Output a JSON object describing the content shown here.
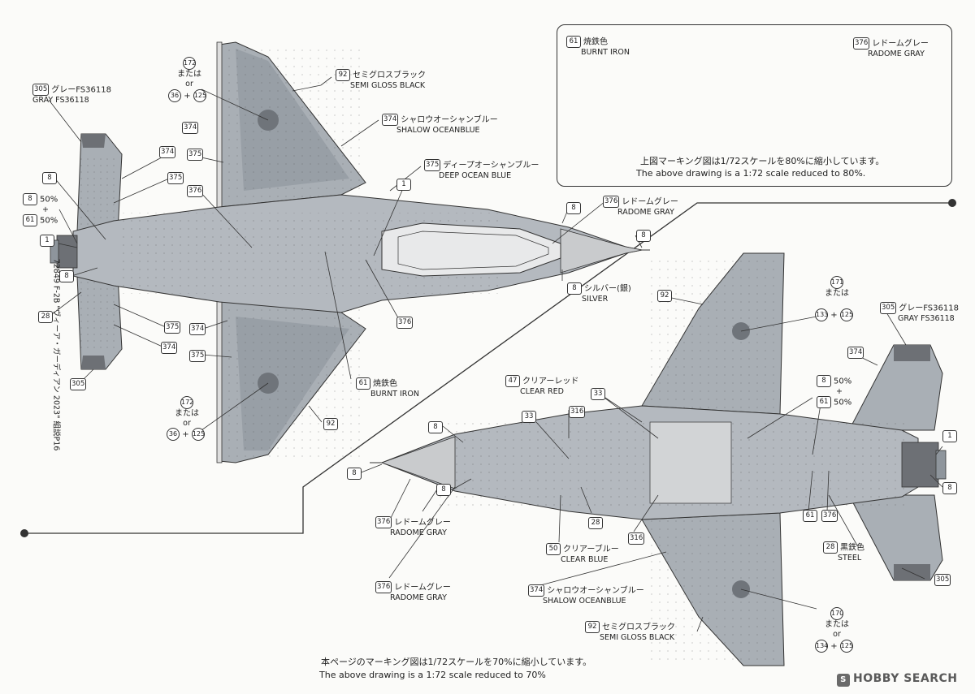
{
  "side_code": "72849  F-2B \"ヴィーア・ガーディアン 2023\" 組説P16",
  "notes": {
    "inset_jp": "上図マーキング図は1/72スケールを80%に縮小しています。",
    "inset_en": "The above drawing is a 1:72 scale reduced to 80%.",
    "bottom_jp": "本ページのマーキング図は1/72スケールを70%に縮小しています。",
    "bottom_en": "The above drawing is a 1:72 scale reduced to 70%"
  },
  "watermark": "HOBBY SEARCH",
  "inset_labels": {
    "burnt_iron": {
      "code": "61",
      "jp": "焼鉄色",
      "en": "BURNT IRON"
    },
    "radome_gray": {
      "code": "376",
      "jp": "レドームグレー",
      "en": "RADOME GRAY"
    }
  },
  "top_view": {
    "gray_fs": {
      "code": "305",
      "jp": "グレーFS36118",
      "en": "GRAY FS36118"
    },
    "semi_gloss": {
      "code": "92",
      "jp": "セミグロスブラック",
      "en": "SEMI GLOSS BLACK"
    },
    "shalow": {
      "code": "374",
      "jp": "シャロウオーシャンブルー",
      "en": "SHALOW OCEANBLUE"
    },
    "deep": {
      "code": "375",
      "jp": "ディープオーシャンブルー",
      "en": "DEEP OCEAN BLUE"
    },
    "radome": {
      "code": "376",
      "jp": "レドームグレー",
      "en": "RADOME GRAY"
    },
    "silver": {
      "code": "8",
      "jp": "シルバー(銀)",
      "en": "SILVER"
    },
    "burnt": {
      "code": "61",
      "jp": "焼鉄色",
      "en": "BURNT IRON"
    },
    "upper_mark": {
      "top": "172",
      "or_jp": "または",
      "or": "or",
      "a": "36",
      "plus": "+",
      "b": "125"
    },
    "lower_mark": {
      "top": "172",
      "or_jp": "または",
      "or": "or",
      "a": "36",
      "plus": "+",
      "b": "125"
    },
    "mix": {
      "a": "8",
      "a_pct": "50%",
      "plus": "+",
      "b": "61",
      "b_pct": "50%"
    },
    "codes": {
      "c374a": "374",
      "c375a": "375",
      "c8a": "8",
      "c1a": "1",
      "c8b": "8",
      "c28": "28",
      "c375b": "375",
      "c374b": "374",
      "c374c": "374",
      "c375c": "375",
      "c305": "305",
      "c92b": "92",
      "c376b": "376",
      "c1b": "1",
      "c8c": "8",
      "c8d": "8",
      "c376c": "376",
      "c374d": "374",
      "c375d": "375"
    }
  },
  "bottom_view": {
    "c92": "92",
    "mark": {
      "top": "171",
      "or_jp": "または",
      "or": "or",
      "a": "133",
      "plus": "+",
      "b": "125"
    },
    "gray_fs": {
      "code": "305",
      "jp": "グレーFS36118",
      "en": "GRAY FS36118"
    },
    "c374": "374",
    "mix": {
      "a": "8",
      "a_pct": "50%",
      "plus": "+",
      "b": "61",
      "b_pct": "50%"
    },
    "clear_red": {
      "code": "47",
      "jp": "クリアーレッド",
      "en": "CLEAR RED"
    },
    "codes": {
      "c33a": "33",
      "c316a": "316",
      "c33b": "33",
      "c8a": "8",
      "c8b": "8",
      "c8c": "8",
      "c1": "1",
      "c8d": "8",
      "c28a": "28",
      "c316b": "316",
      "c61": "61",
      "c376": "376"
    },
    "radome1": {
      "code": "376",
      "jp": "レドームグレー",
      "en": "RADOME GRAY"
    },
    "clear_blue": {
      "code": "50",
      "jp": "クリアーブルー",
      "en": "CLEAR BLUE"
    },
    "steel": {
      "code": "28",
      "jp": "黒鉄色",
      "en": "STEEL"
    },
    "radome2": {
      "code": "376",
      "jp": "レドームグレー",
      "en": "RADOME GRAY"
    },
    "shalow": {
      "code": "374",
      "jp": "シャロウオーシャンブルー",
      "en": "SHALOW OCEANBLUE"
    },
    "semi_gloss": {
      "code": "92",
      "jp": "セミグロスブラック",
      "en": "SEMI GLOSS BLACK"
    },
    "c305": "305",
    "mark2": {
      "top": "170",
      "or_jp": "または",
      "or": "or",
      "a": "134",
      "plus": "+",
      "b": "125"
    }
  },
  "colors": {
    "camo_light": "#b9bec4",
    "camo_dark": "#8e959c",
    "radome": "#c9cbcd",
    "tail_dark": "#6d7075",
    "line": "#333333"
  }
}
